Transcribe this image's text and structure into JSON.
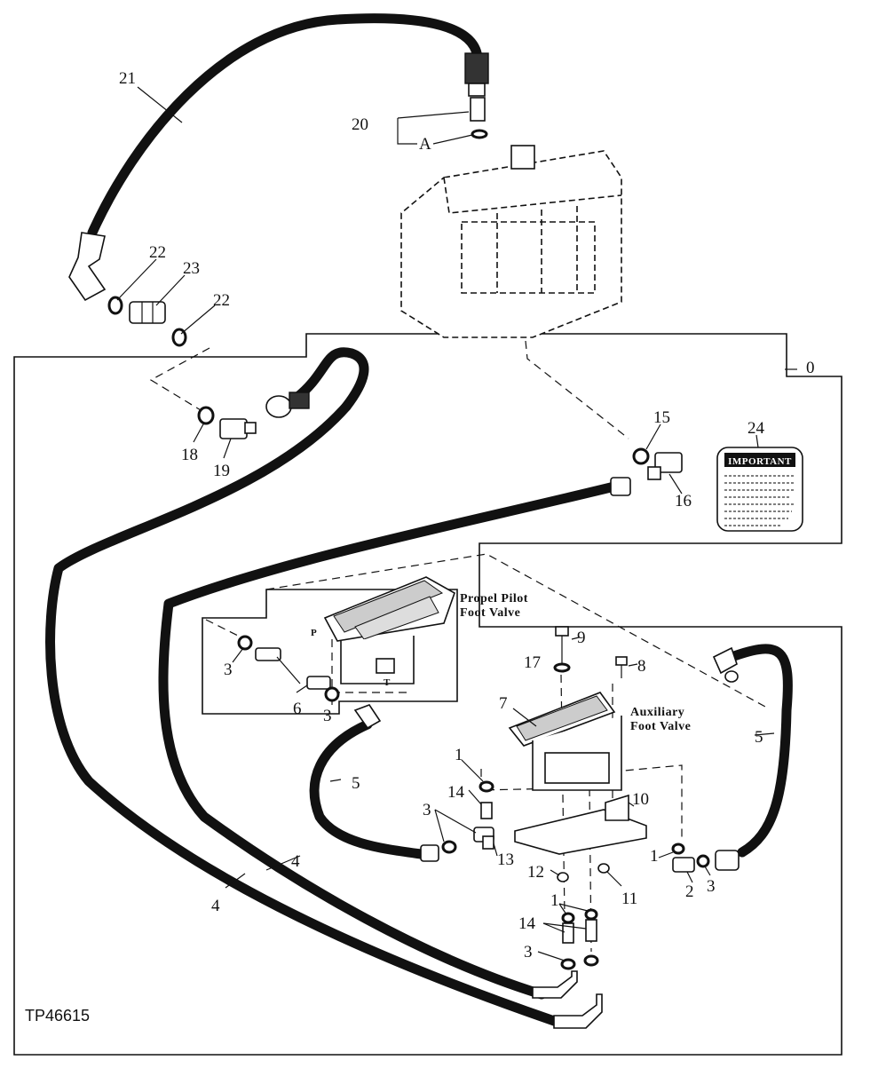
{
  "figure_id": "TP46615",
  "labels": {
    "propel_valve": [
      "Propel Pilot",
      "Foot Valve"
    ],
    "aux_valve": [
      "Auxiliary",
      "Foot Valve"
    ],
    "detail_a": "A",
    "decal_heading": "IMPORTANT"
  },
  "callouts": {
    "c0": "0",
    "c1a": "1",
    "c1b": "1",
    "c1c": "1",
    "c2": "2",
    "c3a": "3",
    "c3b": "3",
    "c3c": "3",
    "c3d": "3",
    "c3e": "3",
    "c4a": "4",
    "c4b": "4",
    "c5a": "5",
    "c5b": "5",
    "c6": "6",
    "c7": "7",
    "c8": "8",
    "c9": "9",
    "c10": "10",
    "c11": "11",
    "c12": "12",
    "c13": "13",
    "c14a": "14",
    "c14b": "14",
    "c15": "15",
    "c16": "16",
    "c17": "17",
    "c18": "18",
    "c19": "19",
    "c20": "20",
    "c21": "21",
    "c22a": "22",
    "c22b": "22",
    "c23": "23",
    "c24": "24"
  }
}
